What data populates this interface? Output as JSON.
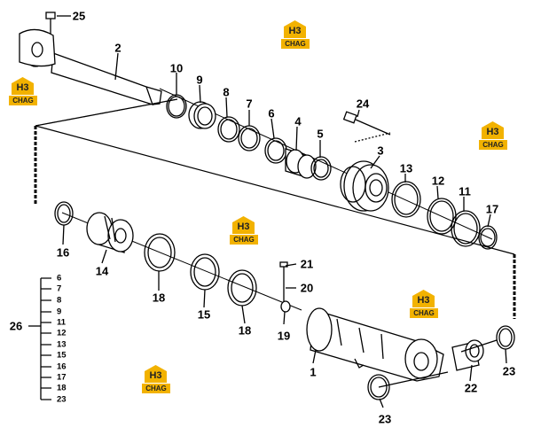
{
  "logo": {
    "mark": "H3",
    "word": "CHAG"
  },
  "labels": {
    "p1": "1",
    "p2": "2",
    "p3": "3",
    "p4": "4",
    "p5": "5",
    "p6": "6",
    "p7": "7",
    "p8": "8",
    "p9": "9",
    "p10": "10",
    "p11a": "11",
    "p12a": "12",
    "p13a": "13",
    "p14": "14",
    "p15a": "15",
    "p16": "16",
    "p17": "17",
    "p18a": "18",
    "p18b": "18",
    "p19": "19",
    "p20": "20",
    "p21": "21",
    "p22": "22",
    "p23a": "23",
    "p23b": "23",
    "p24": "24",
    "p25": "25",
    "p26": "26"
  },
  "kit": {
    "label": "26",
    "items": [
      "6",
      "7",
      "8",
      "9",
      "11",
      "12",
      "13",
      "15",
      "16",
      "17",
      "18",
      "23"
    ]
  }
}
